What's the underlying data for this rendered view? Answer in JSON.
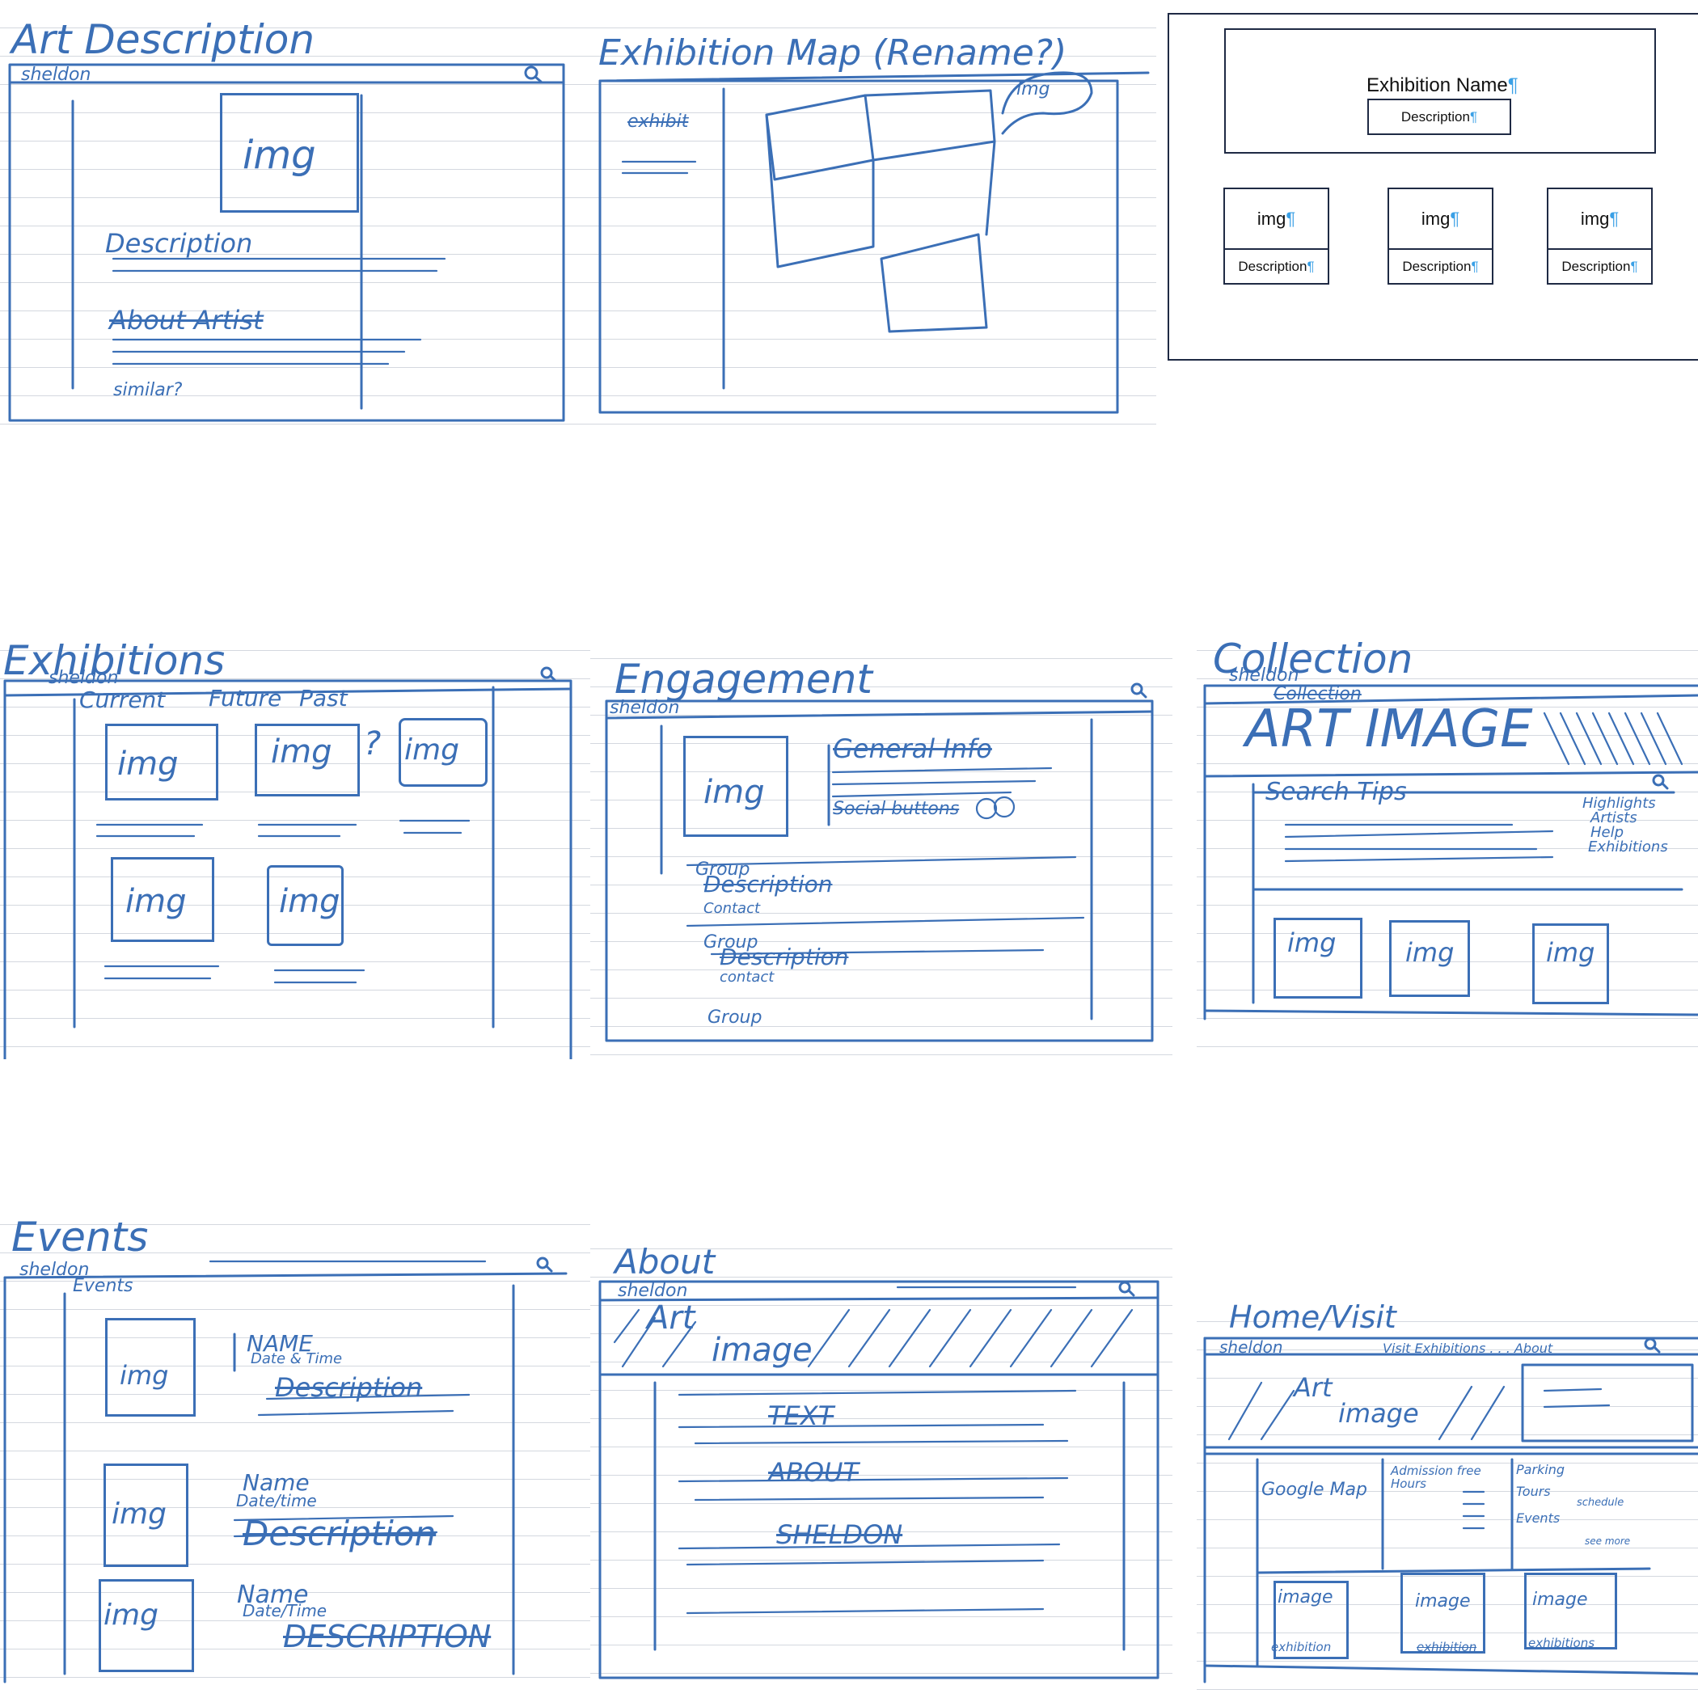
{
  "sheets": {
    "art_description": {
      "title": "Art Description",
      "brand": "sheldon",
      "img": "img",
      "description": "Description",
      "about_artist": "About Artist",
      "similar": "similar?",
      "icon": "search-icon"
    },
    "exhibition_map": {
      "title": "Exhibition Map (Rename?)",
      "exhibit": "exhibit",
      "img": "img"
    },
    "exhibition_typed": {
      "name": "Exhibition Name",
      "description": "Description",
      "items": [
        {
          "img": "img",
          "description": "Description"
        },
        {
          "img": "img",
          "description": "Description"
        },
        {
          "img": "img",
          "description": "Description"
        }
      ],
      "pilcrow": "¶"
    },
    "exhibitions": {
      "title": "Exhibitions",
      "brand": "sheldon",
      "tabs": [
        "Current",
        "Future",
        "Past"
      ],
      "img": "img",
      "question": "?"
    },
    "engagement": {
      "title": "Engagement",
      "brand": "sheldon",
      "img": "img",
      "general_info": "General Info",
      "social_buttons": "Social buttons",
      "groups": [
        {
          "label": "Group",
          "description": "Description",
          "contact": "Contact"
        },
        {
          "label": "Group",
          "description": "Description",
          "contact": "contact"
        },
        {
          "label": "Group"
        }
      ]
    },
    "collection": {
      "title": "Collection",
      "brand": "sheldon",
      "crossed": "Collection",
      "hero": "ART IMAGE",
      "search_tips": "Search Tips",
      "side_links": [
        "Highlights",
        "Artists",
        "Help",
        "Exhibitions"
      ],
      "img": "img"
    },
    "events": {
      "title": "Events",
      "brand": "sheldon",
      "heading": "Events",
      "img": "img",
      "items": [
        {
          "name": "NAME",
          "datetime": "Date & Time",
          "description": "Description"
        },
        {
          "name": "Name",
          "datetime": "Date/time",
          "description": "Description"
        },
        {
          "name": "Name",
          "datetime": "Date/Time",
          "description": "DESCRIPTION"
        }
      ]
    },
    "about": {
      "title": "About",
      "brand": "sheldon",
      "art": "Art",
      "image": "image",
      "lines": [
        "TEXT",
        "ABOUT",
        "SHELDON"
      ]
    },
    "home_visit": {
      "title": "Home/Visit",
      "brand": "sheldon",
      "nav": "Visit  Exhibitions . . . About",
      "art": "Art",
      "image": "image",
      "google_map": "Google Map",
      "visit_info": "Admission free",
      "hours": "Hours",
      "parking": "Parking",
      "tours": "Tours",
      "schedule": "schedule",
      "events": "Events",
      "see_more": "see more",
      "cards": [
        {
          "img": "image",
          "label": "exhibition"
        },
        {
          "img": "image",
          "label": "exhibition"
        },
        {
          "img": "image",
          "label": "exhibitions"
        }
      ]
    }
  }
}
